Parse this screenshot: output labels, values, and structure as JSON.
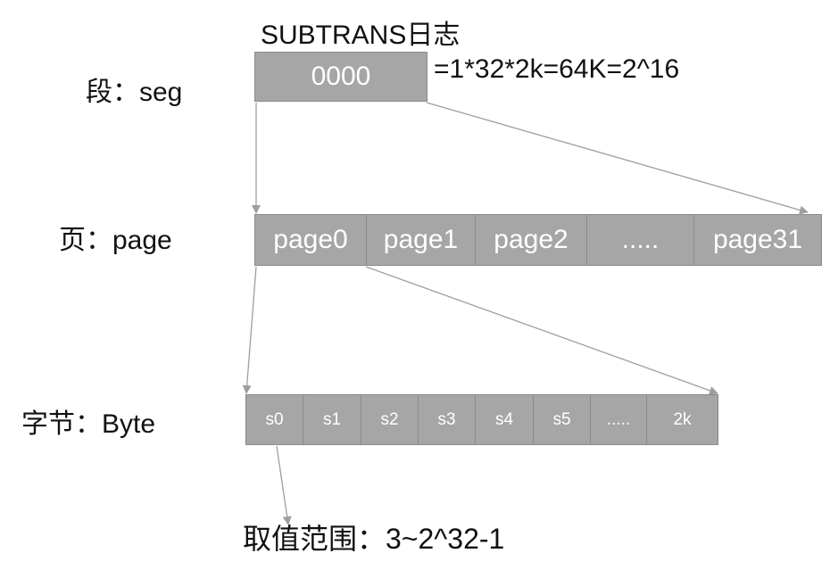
{
  "header": {
    "title": "SUBTRANS日志",
    "formula": "=1*32*2k=64K=2^16"
  },
  "levels": {
    "segment_label": "段：seg",
    "page_label": "页：page",
    "byte_label": "字节：Byte"
  },
  "segment": {
    "value": "0000"
  },
  "pages": [
    "page0",
    "page1",
    "page2",
    ".....",
    "page31"
  ],
  "bytes": [
    "s0",
    "s1",
    "s2",
    "s3",
    "s4",
    "s5",
    ".....",
    "2k"
  ],
  "footer": {
    "range": "取值范围：3~2^32-1"
  },
  "colors": {
    "box_fill": "#a6a6a6",
    "box_text": "#ffffff",
    "connector": "#9e9e9e"
  }
}
